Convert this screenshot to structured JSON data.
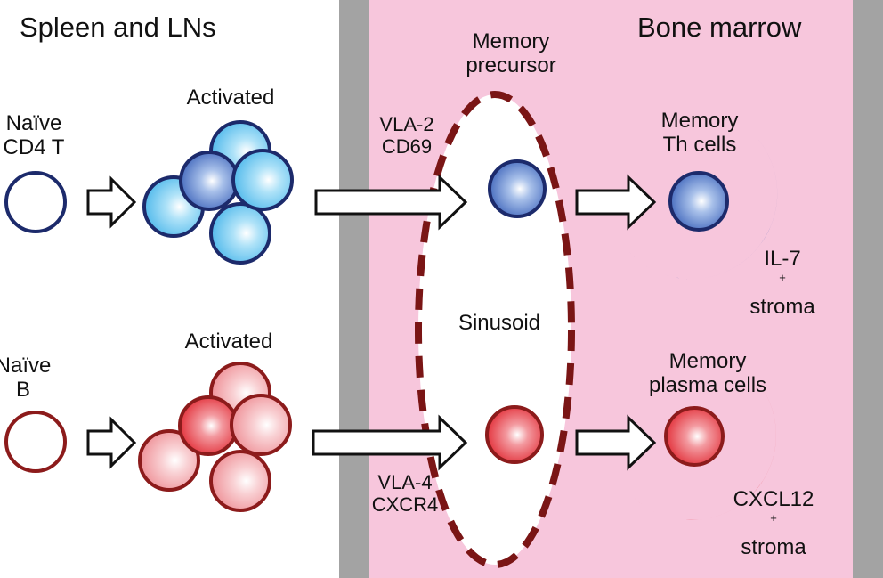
{
  "regions": {
    "left_title": "Spleen and LNs",
    "right_title": "Bone marrow"
  },
  "colors": {
    "bm_background": "#f7c6dc",
    "bm_wall": "#a3a3a3",
    "t_cell_outline": "#1c2a6b",
    "t_cell_fill": "#5f86cf",
    "t_activated_fill": "#6cc6ef",
    "b_cell_outline": "#8c1b1b",
    "b_cell_fill": "#e8434a",
    "b_activated_fill": "#f4a1a6",
    "il7_stroma": "#3557b0",
    "cxcl12_stroma": "#e3232a",
    "sinusoid_border": "#7a1515"
  },
  "t_cell_row": {
    "naive_line1": "Naïve",
    "naive_line2": "CD4 T",
    "activated": "Activated",
    "markers_line1": "VLA-2",
    "markers_line2": "CD69",
    "memory_line1": "Memory",
    "memory_line2": "Th cells",
    "stroma_line1": "IL-7",
    "stroma_sup": "+",
    "stroma_line2": "stroma"
  },
  "b_cell_row": {
    "naive_line1": "Naïve",
    "naive_line2": "B",
    "activated": "Activated",
    "markers_line1": "VLA-4",
    "markers_line2": "CXCR4",
    "memory_line1": "Memory",
    "memory_line2": "plasma cells",
    "stroma_line1": "CXCL12",
    "stroma_sup": "+",
    "stroma_line2": "stroma"
  },
  "sinusoid": {
    "title_line1": "Memory",
    "title_line2": "precursor",
    "label": "Sinusoid"
  }
}
